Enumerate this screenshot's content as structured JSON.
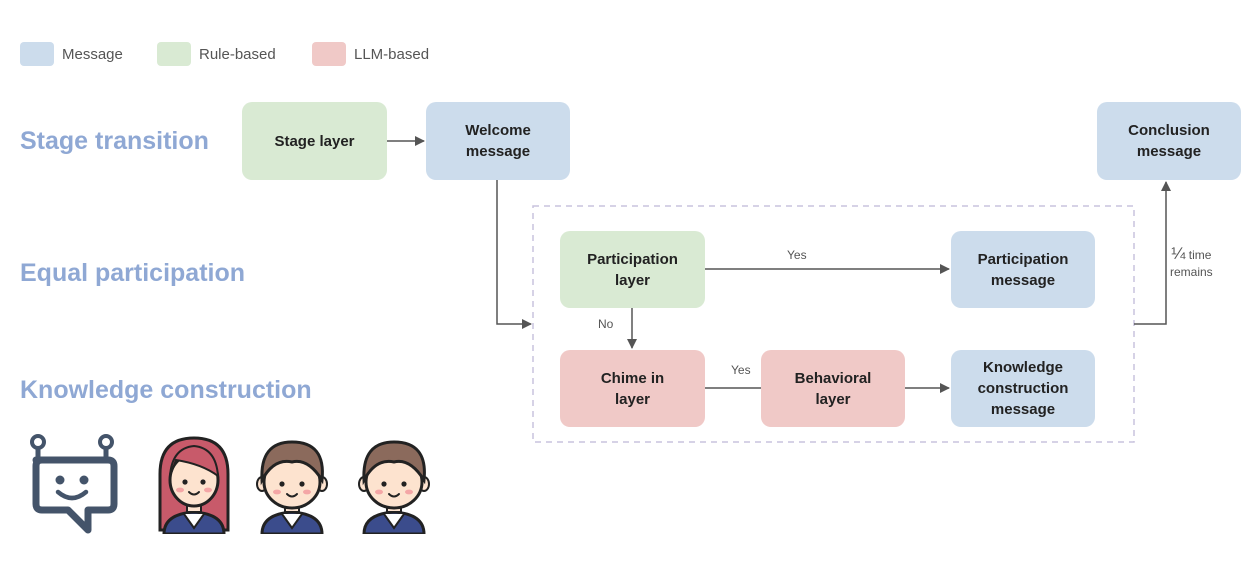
{
  "legend": [
    {
      "label": "Message",
      "color": "#ccdcec"
    },
    {
      "label": "Rule-based",
      "color": "#d9ead3"
    },
    {
      "label": "LLM-based",
      "color": "#f0c9c7"
    }
  ],
  "rows": {
    "stage": "Stage transition",
    "equal": "Equal participation",
    "knowledge": "Knowledge construction"
  },
  "nodes": {
    "stage_layer": "Stage layer",
    "welcome": "Welcome\nmessage",
    "conclusion": "Conclusion\nmessage",
    "participation_layer": "Participation\nlayer",
    "participation_msg": "Participation\nmessage",
    "chime_in": "Chime in\nlayer",
    "behavioral": "Behavioral\nlayer",
    "knowledge_msg": "Knowledge\nconstruction\nmessage"
  },
  "edges": {
    "yes_top": "Yes",
    "no": "No",
    "yes_bottom": "Yes",
    "time_fraction": "¼",
    "time_text1": "time",
    "time_text2": "remains"
  },
  "icons": [
    "chatbot-icon",
    "student-girl-icon",
    "student-boy-icon",
    "student-boy-icon"
  ]
}
